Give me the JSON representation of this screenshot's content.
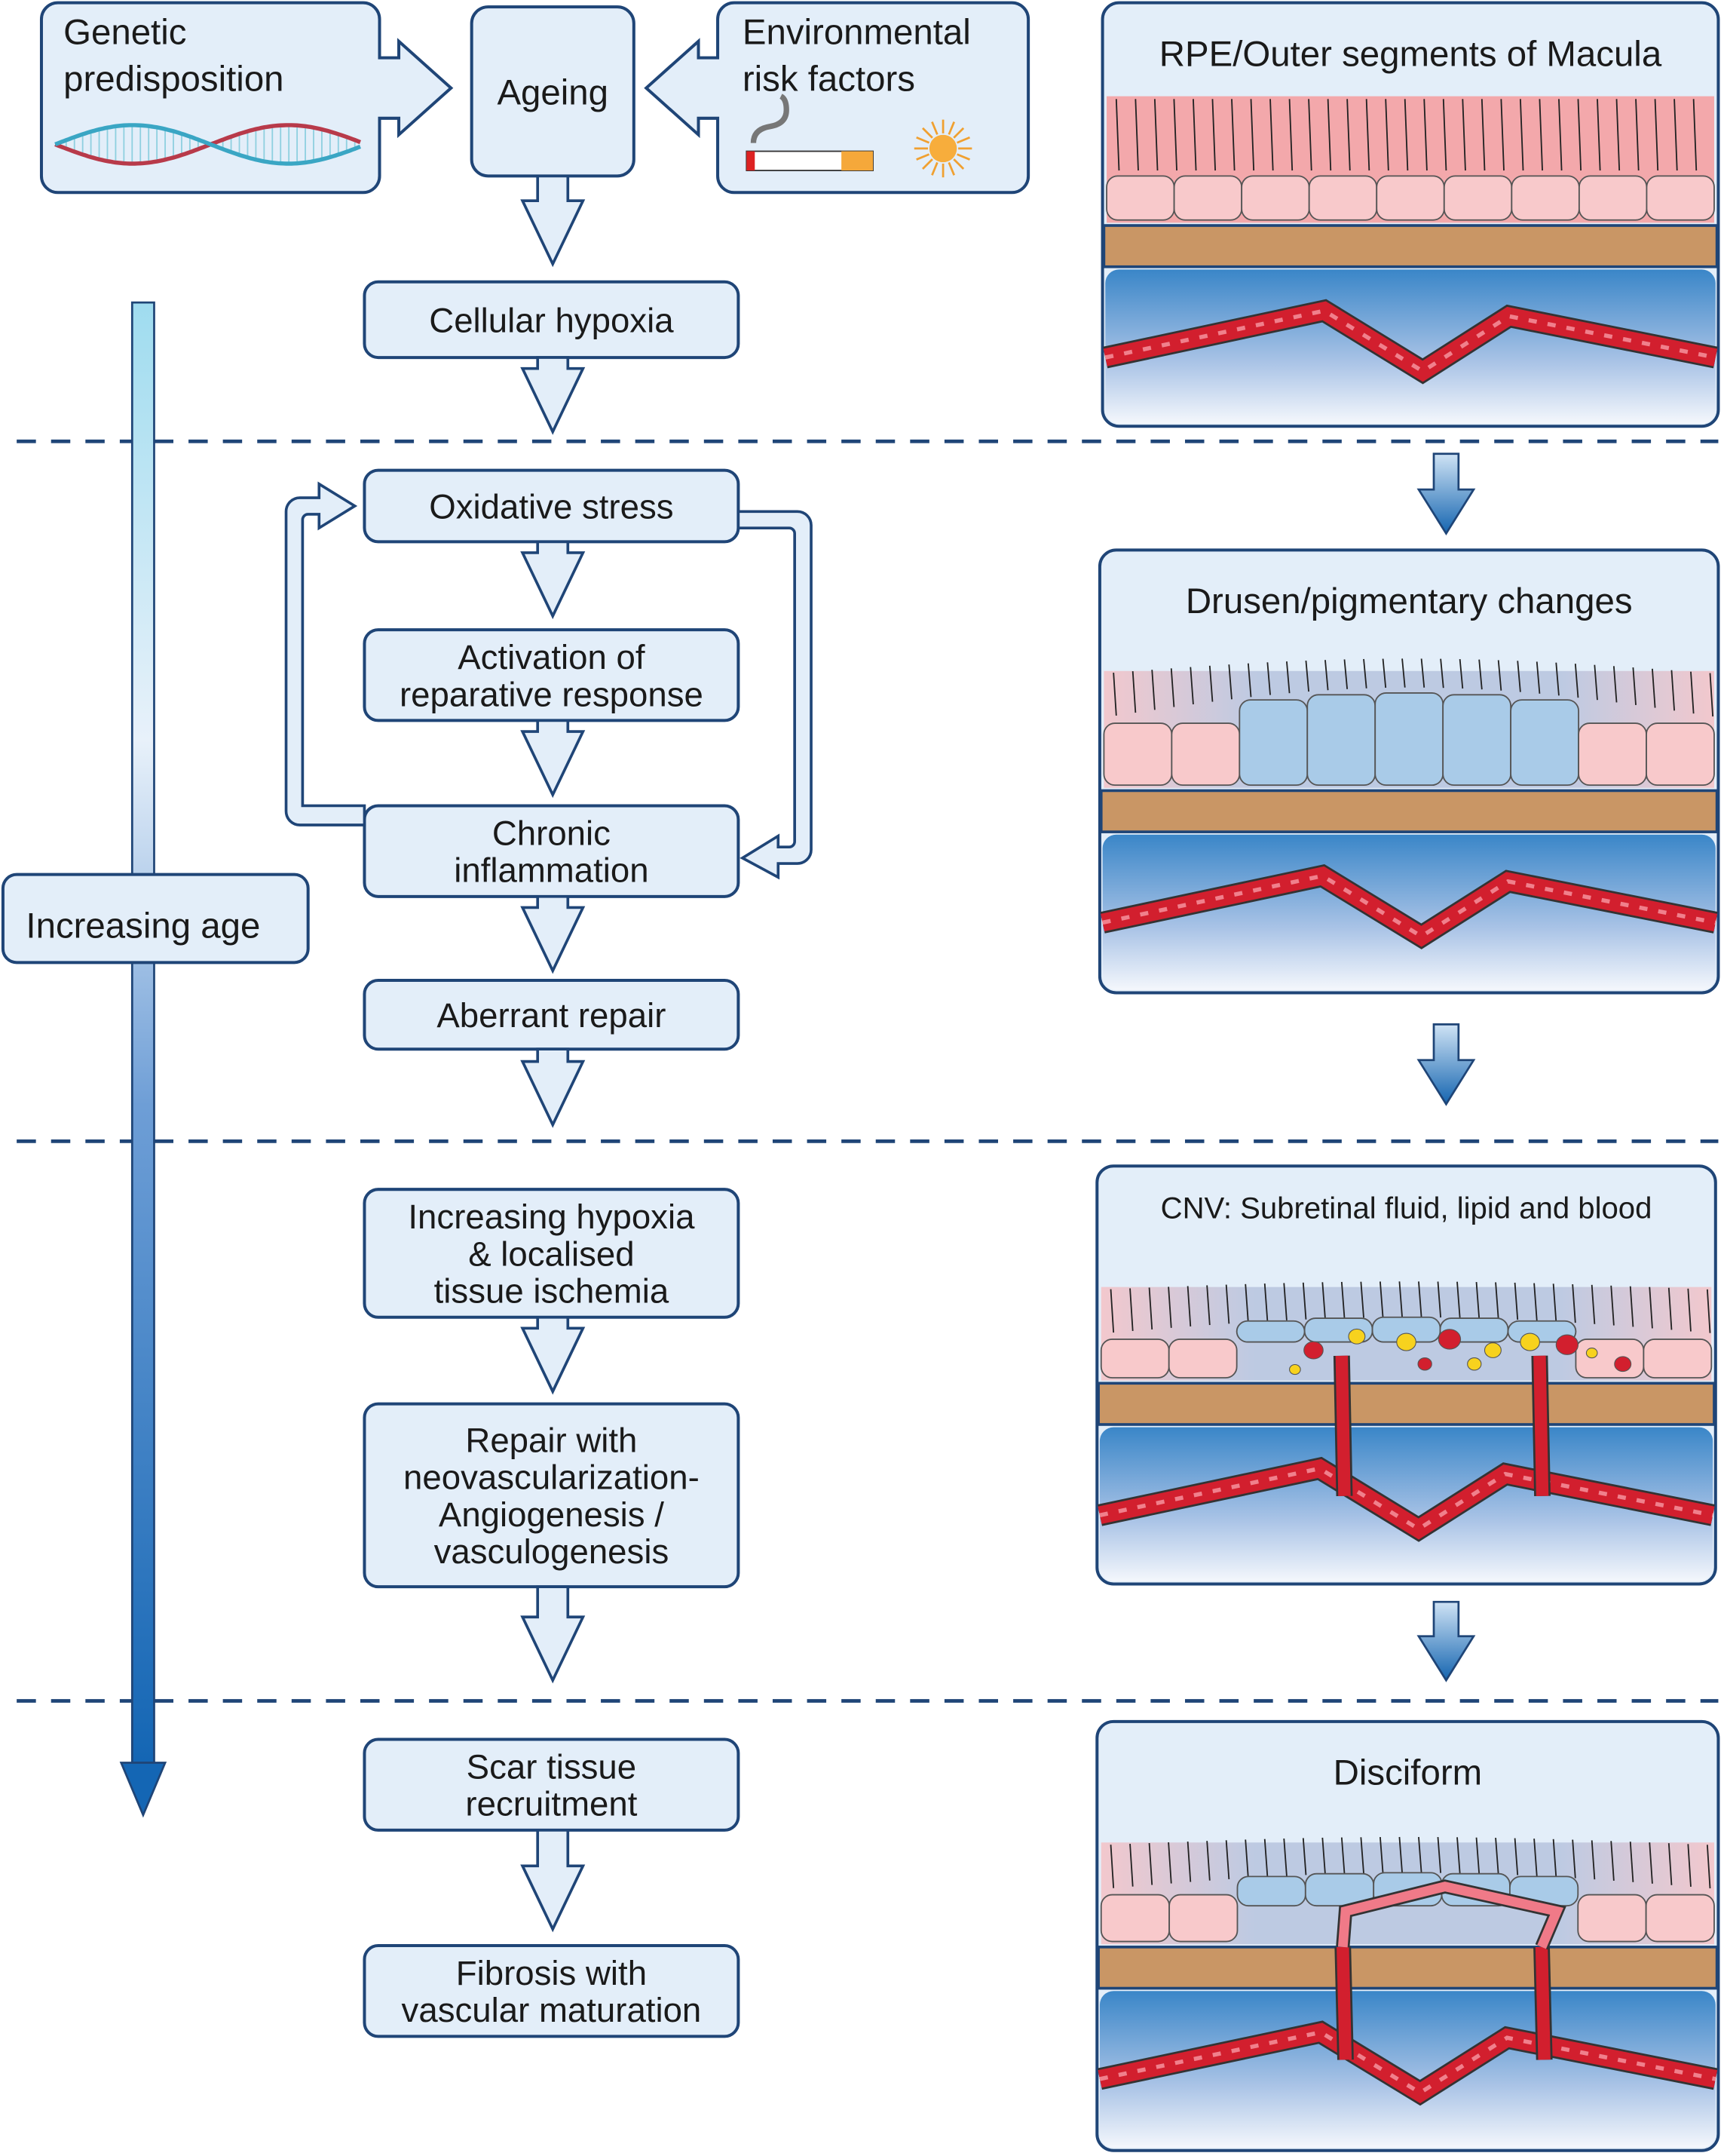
{
  "top": {
    "genetic": [
      "Genetic",
      "predisposition"
    ],
    "ageing": "Ageing",
    "environmental": [
      "Environmental",
      "risk factors"
    ]
  },
  "flow": [
    {
      "id": "cellular-hypoxia",
      "lines": [
        "Cellular hypoxia"
      ]
    },
    {
      "id": "oxidative-stress",
      "lines": [
        "Oxidative stress"
      ]
    },
    {
      "id": "activation-reparative",
      "lines": [
        "Activation of",
        "reparative response"
      ]
    },
    {
      "id": "chronic-inflammation",
      "lines": [
        "Chronic",
        "inflammation"
      ]
    },
    {
      "id": "aberrant-repair",
      "lines": [
        "Aberrant repair"
      ]
    },
    {
      "id": "increasing-hypoxia",
      "lines": [
        "Increasing hypoxia",
        "& localised",
        "tissue ischemia"
      ]
    },
    {
      "id": "repair-neovascularization",
      "lines": [
        "Repair with",
        "neovascularization-",
        "Angiogenesis /",
        "vasculogenesis"
      ]
    },
    {
      "id": "scar-tissue",
      "lines": [
        "Scar tissue",
        "recruitment"
      ]
    },
    {
      "id": "fibrosis",
      "lines": [
        "Fibrosis with",
        "vascular maturation"
      ]
    }
  ],
  "age_label": "Increasing age",
  "panels": [
    {
      "id": "normal",
      "title": "RPE/Outer segments of Macula"
    },
    {
      "id": "drusen",
      "title": "Drusen/pigmentary changes"
    },
    {
      "id": "cnv",
      "title": "CNV: Subretinal fluid, lipid and blood"
    },
    {
      "id": "disciform",
      "title": "Disciform"
    }
  ],
  "colors": {
    "box_fill": "#e3eef9",
    "outline": "#1f4577",
    "photoreceptor_normal": "#f4a0a2",
    "rpe_normal": "#f8c9cb",
    "rpe_affected": "#a9cbe8",
    "bruchs_membrane": "#c99665",
    "choroid_top": "#3a86c8",
    "vessel": "#d21f2e"
  },
  "icons": [
    "dna-icon",
    "cigarette-icon",
    "sun-icon"
  ]
}
